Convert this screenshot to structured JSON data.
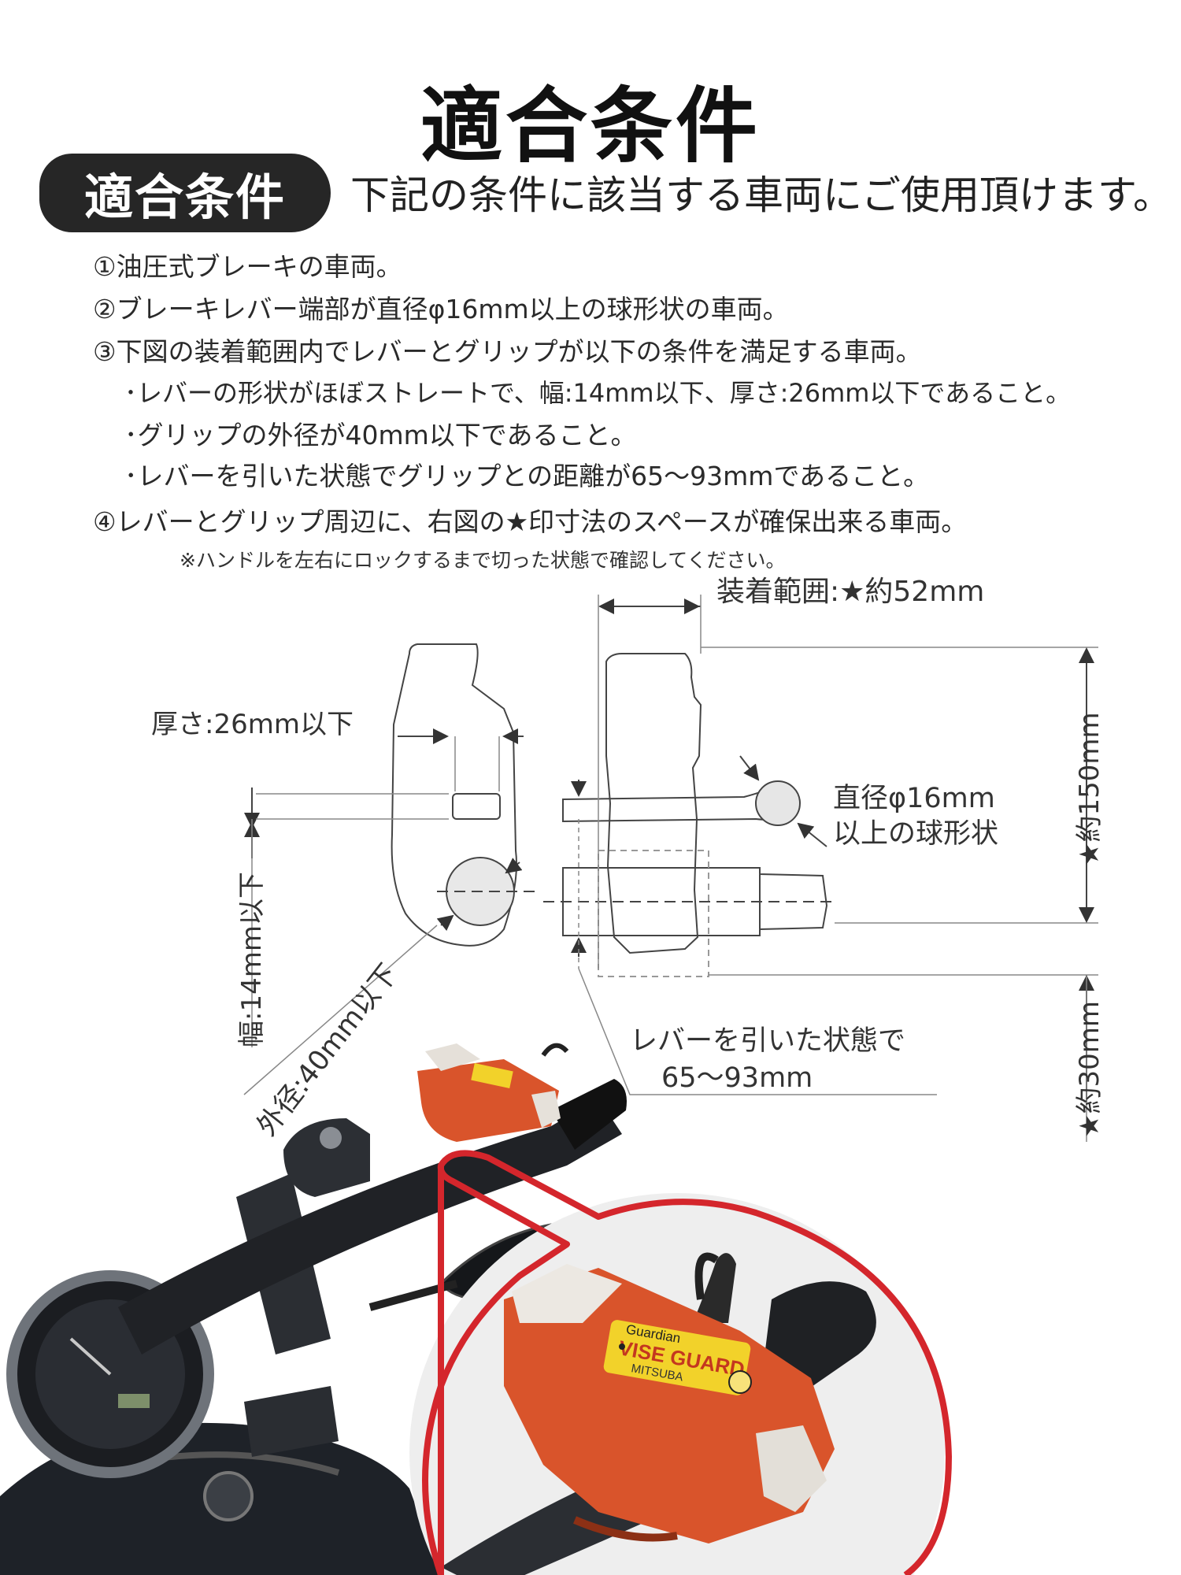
{
  "title": "適合条件",
  "badge": "適合条件",
  "lead": "下記の条件に該当する車両にご使用頂けます。",
  "conditions": {
    "c1": "①油圧式ブレーキの車両。",
    "c2": "②ブレーキレバー端部が直径φ16mm以上の球形状の車両。",
    "c3": "③下図の装着範囲内でレバーとグリップが以下の条件を満足する車両。",
    "c3a": "･レバーの形状がほぼストレートで、幅:14mm以下、厚さ:26mm以下であること。",
    "c3b": "･グリップの外径が40mm以下であること。",
    "c3c": "･レバーを引いた状態でグリップとの距離が65～93mmであること。",
    "c4": "④レバーとグリップ周辺に、右図の★印寸法のスペースが確保出来る車両。",
    "note": "※ハンドルを左右にロックするまで切った状態で確認してください。"
  },
  "diagram": {
    "range": "装着範囲:★約52mm",
    "thickness": "厚さ:26mm以下",
    "width": "幅:14mm以下",
    "outer": "外径:40mm以下",
    "ball_line1": "直径φ16mm",
    "ball_line2": "以上の球形状",
    "pull_line1": "レバーを引いた状態で",
    "pull_line2": "65～93mm",
    "height150": "★約150mm",
    "height30": "★約30mm"
  },
  "product": {
    "brand": "Guardian",
    "name": "VISE GUARD",
    "maker": "MITSUBA"
  },
  "colors": {
    "lock_orange": "#d9542b",
    "callout_red": "#d4262c",
    "label_yellow": "#f2d22a"
  }
}
